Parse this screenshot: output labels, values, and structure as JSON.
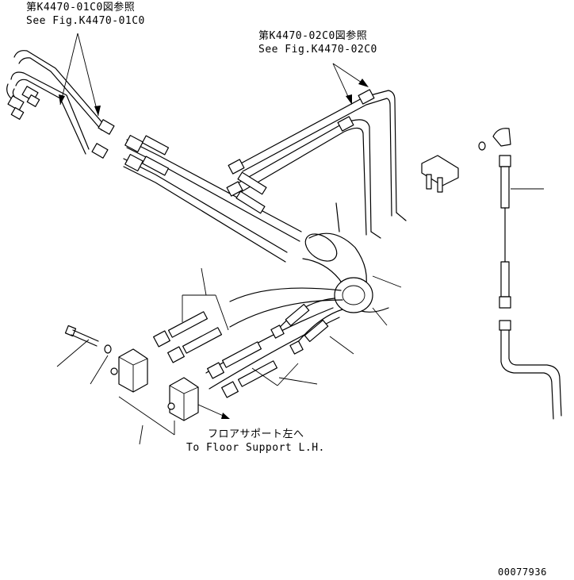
{
  "refs": {
    "ref_left_jp": "第K4470-01C0図参照",
    "ref_left_en": "See Fig.K4470-01C0",
    "ref_right_jp": "第K4470-02C0図参照",
    "ref_right_en": "See Fig.K4470-02C0"
  },
  "destination": {
    "jp": "フロアサポート左へ",
    "en": "To Floor Support L.H."
  },
  "drawing_number": "00077936"
}
